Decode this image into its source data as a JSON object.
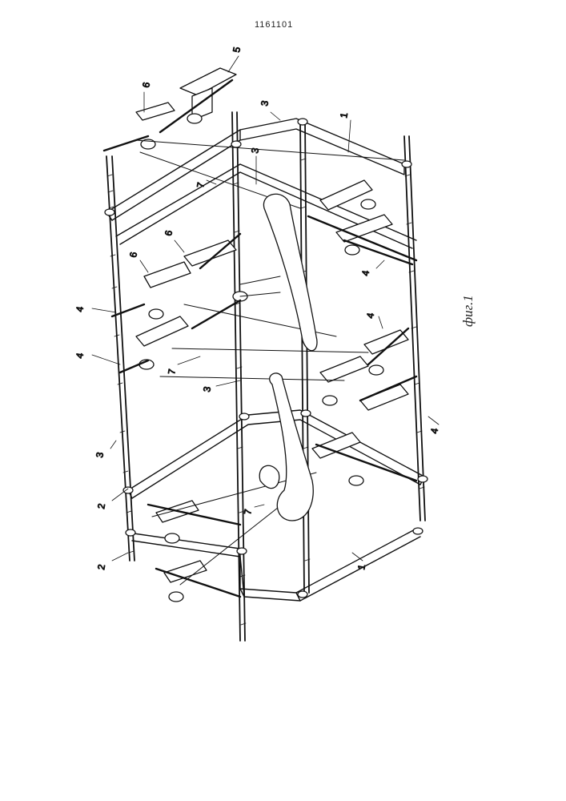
{
  "document": {
    "patent_number": "1161101",
    "figure_caption": "фиг.1"
  },
  "callouts": {
    "c1a": "1",
    "c1b": "1",
    "c2a": "2",
    "c2b": "2",
    "c3a": "3",
    "c3b": "3",
    "c3c": "3",
    "c3d": "3",
    "c4a": "4",
    "c4b": "4",
    "c4c": "4",
    "c4d": "4",
    "c4e": "4",
    "c5": "5",
    "c6a": "6",
    "c6b": "6",
    "c6c": "6",
    "c7a": "7",
    "c7b": "7",
    "c7c": "7"
  },
  "colors": {
    "ink": "#111111",
    "paper": "#ffffff"
  }
}
